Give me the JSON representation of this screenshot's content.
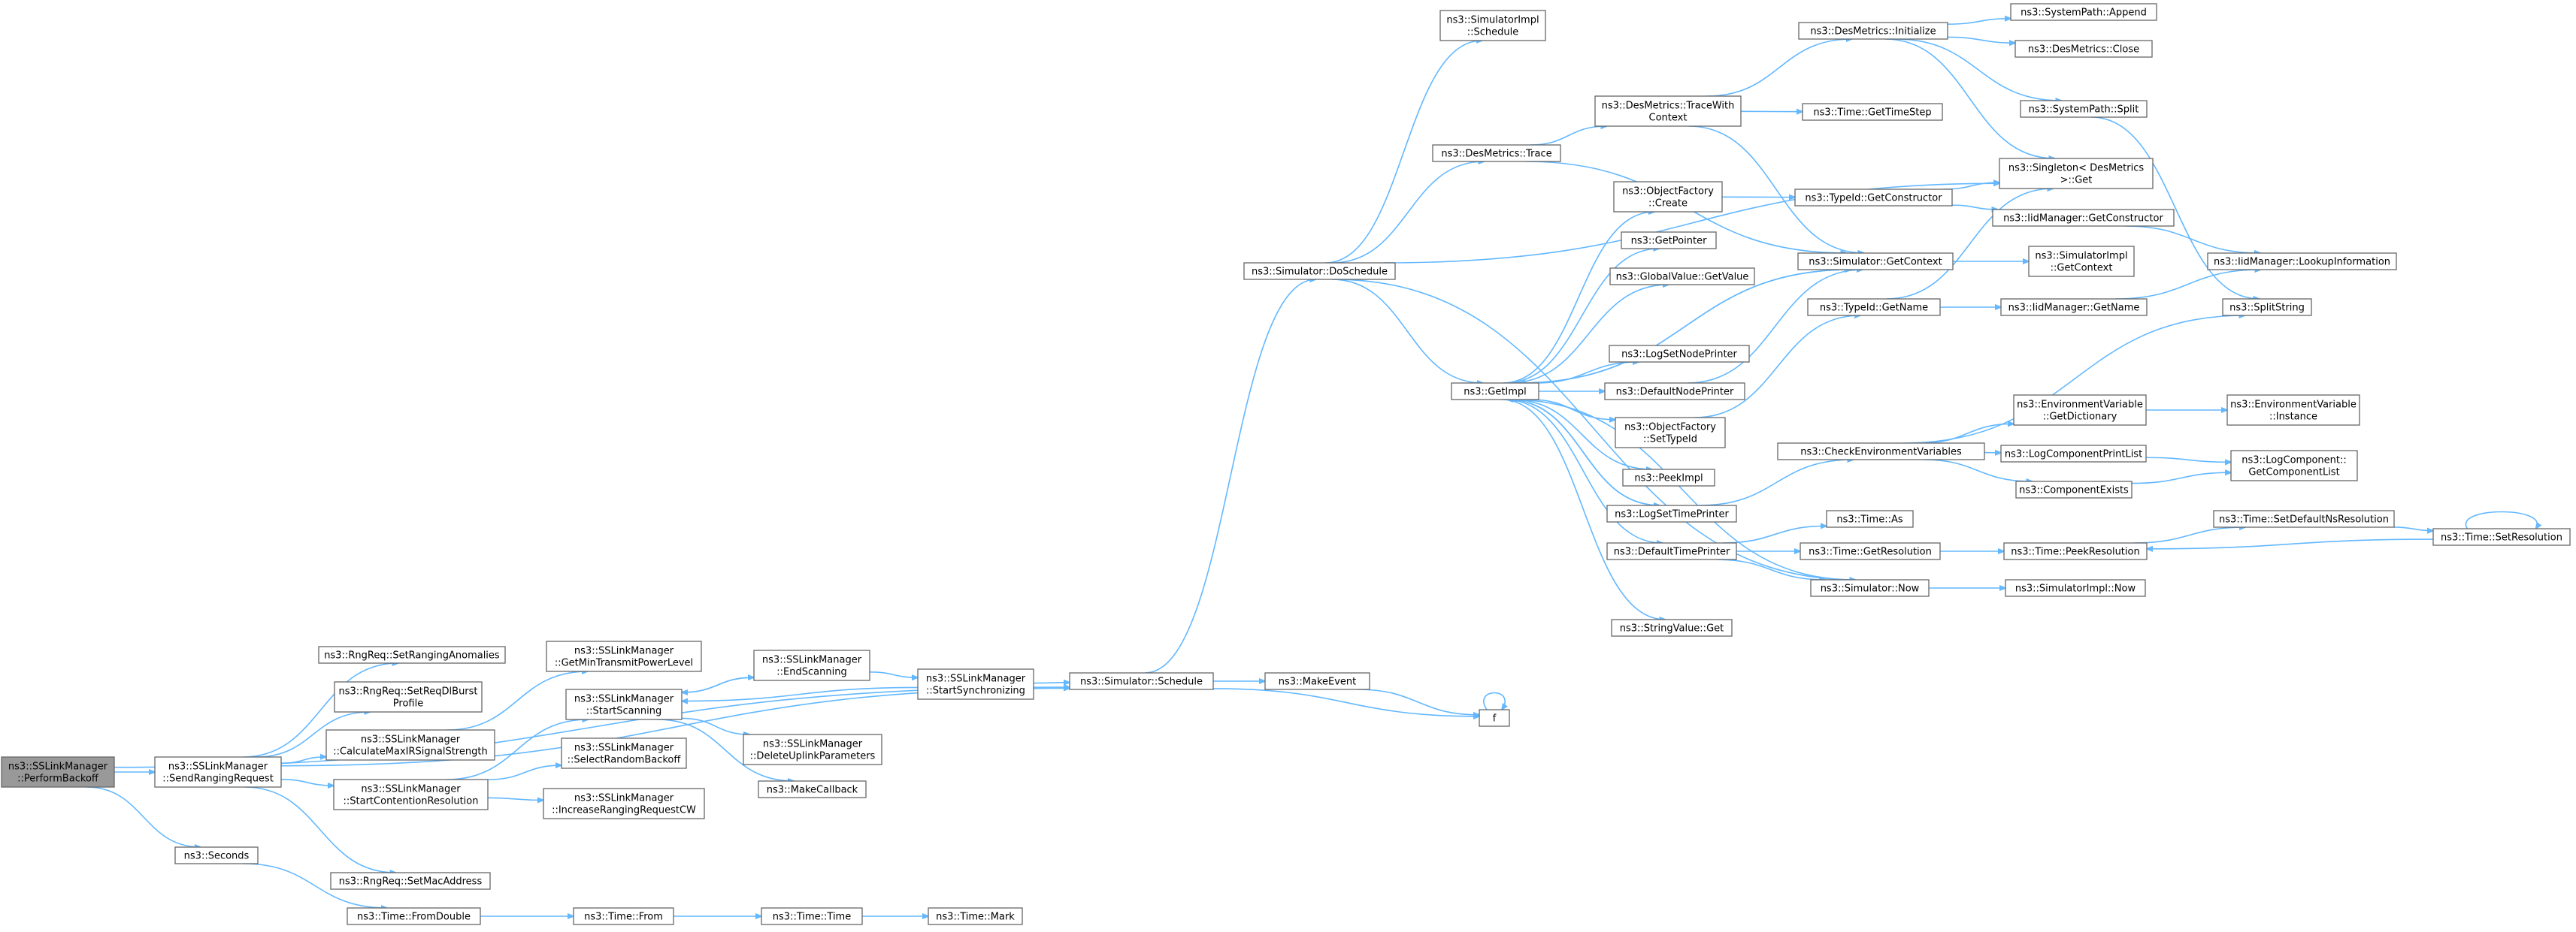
{
  "graph": {
    "nodes": [
      {
        "id": "root",
        "lines": [
          "ns3::SSLinkManager",
          "::PerformBackoff"
        ],
        "root": true
      },
      {
        "id": "sendRanging",
        "lines": [
          "ns3::SSLinkManager",
          "::SendRangingRequest"
        ]
      },
      {
        "id": "seconds",
        "lines": [
          "ns3::Seconds"
        ]
      },
      {
        "id": "setRangAnom",
        "lines": [
          "ns3::RngReq::SetRangingAnomalies"
        ]
      },
      {
        "id": "setReqDl",
        "lines": [
          "ns3::RngReq::SetReqDlBurst",
          "Profile"
        ]
      },
      {
        "id": "calcMax",
        "lines": [
          "ns3::SSLinkManager",
          "::CalculateMaxIRSignalStrength"
        ]
      },
      {
        "id": "startCont",
        "lines": [
          "ns3::SSLinkManager",
          "::StartContentionResolution"
        ]
      },
      {
        "id": "setMac",
        "lines": [
          "ns3::RngReq::SetMacAddress"
        ]
      },
      {
        "id": "fromDouble",
        "lines": [
          "ns3::Time::FromDouble"
        ]
      },
      {
        "id": "getMinTx",
        "lines": [
          "ns3::SSLinkManager",
          "::GetMinTransmitPowerLevel"
        ]
      },
      {
        "id": "startScan",
        "lines": [
          "ns3::SSLinkManager",
          "::StartScanning"
        ]
      },
      {
        "id": "selRand",
        "lines": [
          "ns3::SSLinkManager",
          "::SelectRandomBackoff"
        ]
      },
      {
        "id": "incRang",
        "lines": [
          "ns3::SSLinkManager",
          "::IncreaseRangingRequestCW"
        ]
      },
      {
        "id": "endScan",
        "lines": [
          "ns3::SSLinkManager",
          "::EndScanning"
        ]
      },
      {
        "id": "delUp",
        "lines": [
          "ns3::SSLinkManager",
          "::DeleteUplinkParameters"
        ]
      },
      {
        "id": "makeCb",
        "lines": [
          "ns3::MakeCallback"
        ]
      },
      {
        "id": "startSync",
        "lines": [
          "ns3::SSLinkManager",
          "::StartSynchronizing"
        ]
      },
      {
        "id": "timeFrom",
        "lines": [
          "ns3::Time::From"
        ]
      },
      {
        "id": "timeTime",
        "lines": [
          "ns3::Time::Time"
        ]
      },
      {
        "id": "timeMark",
        "lines": [
          "ns3::Time::Mark"
        ]
      },
      {
        "id": "simSched",
        "lines": [
          "ns3::Simulator::Schedule"
        ]
      },
      {
        "id": "doSched",
        "lines": [
          "ns3::Simulator::DoSchedule"
        ]
      },
      {
        "id": "makeEvent",
        "lines": [
          "ns3::MakeEvent"
        ]
      },
      {
        "id": "f",
        "lines": [
          "f"
        ]
      },
      {
        "id": "simImplSched",
        "lines": [
          "ns3::SimulatorImpl",
          "::Schedule"
        ]
      },
      {
        "id": "desTrace",
        "lines": [
          "ns3::DesMetrics::Trace"
        ]
      },
      {
        "id": "getImpl",
        "lines": [
          "ns3::GetImpl"
        ]
      },
      {
        "id": "traceWith",
        "lines": [
          "ns3::DesMetrics::TraceWith",
          "Context"
        ]
      },
      {
        "id": "desInit",
        "lines": [
          "ns3::DesMetrics::Initialize"
        ]
      },
      {
        "id": "sysAppend",
        "lines": [
          "ns3::SystemPath::Append"
        ]
      },
      {
        "id": "desClose",
        "lines": [
          "ns3::DesMetrics::Close"
        ]
      },
      {
        "id": "sysSplit",
        "lines": [
          "ns3::SystemPath::Split"
        ]
      },
      {
        "id": "getTimeStep",
        "lines": [
          "ns3::Time::GetTimeStep"
        ]
      },
      {
        "id": "singleton",
        "lines": [
          "ns3::Singleton< DesMetrics",
          " >::Get"
        ]
      },
      {
        "id": "objCreate",
        "lines": [
          "ns3::ObjectFactory",
          "::Create"
        ]
      },
      {
        "id": "getCtor",
        "lines": [
          "ns3::TypeId::GetConstructor"
        ]
      },
      {
        "id": "iidGetCtor",
        "lines": [
          "ns3::IidManager::GetConstructor"
        ]
      },
      {
        "id": "getPointer",
        "lines": [
          "ns3::GetPointer"
        ]
      },
      {
        "id": "simGetCtx",
        "lines": [
          "ns3::Simulator::GetContext"
        ]
      },
      {
        "id": "simImplGetCtx",
        "lines": [
          "ns3::SimulatorImpl",
          "::GetContext"
        ]
      },
      {
        "id": "lookupInfo",
        "lines": [
          "ns3::IidManager::LookupInformation"
        ]
      },
      {
        "id": "globalVal",
        "lines": [
          "ns3::GlobalValue::GetValue"
        ]
      },
      {
        "id": "typeIdName",
        "lines": [
          "ns3::TypeId::GetName"
        ]
      },
      {
        "id": "iidGetName",
        "lines": [
          "ns3::IidManager::GetName"
        ]
      },
      {
        "id": "splitStr",
        "lines": [
          "ns3::SplitString"
        ]
      },
      {
        "id": "logSetNode",
        "lines": [
          "ns3::LogSetNodePrinter"
        ]
      },
      {
        "id": "defNodePr",
        "lines": [
          "ns3::DefaultNodePrinter"
        ]
      },
      {
        "id": "envDict",
        "lines": [
          "ns3::EnvironmentVariable",
          "::GetDictionary"
        ]
      },
      {
        "id": "envInst",
        "lines": [
          "ns3::EnvironmentVariable",
          "::Instance"
        ]
      },
      {
        "id": "objSetType",
        "lines": [
          "ns3::ObjectFactory",
          "::SetTypeId"
        ]
      },
      {
        "id": "checkEnv",
        "lines": [
          "ns3::CheckEnvironmentVariables"
        ]
      },
      {
        "id": "logCompPrint",
        "lines": [
          "ns3::LogComponentPrintList"
        ]
      },
      {
        "id": "logCompList",
        "lines": [
          "ns3::LogComponent::",
          "GetComponentList"
        ]
      },
      {
        "id": "peekImpl",
        "lines": [
          "ns3::PeekImpl"
        ]
      },
      {
        "id": "compExists",
        "lines": [
          "ns3::ComponentExists"
        ]
      },
      {
        "id": "logSetTime",
        "lines": [
          "ns3::LogSetTimePrinter"
        ]
      },
      {
        "id": "timeAs",
        "lines": [
          "ns3::Time::As"
        ]
      },
      {
        "id": "setDefNs",
        "lines": [
          "ns3::Time::SetDefaultNsResolution"
        ]
      },
      {
        "id": "defTimePr",
        "lines": [
          "ns3::DefaultTimePrinter"
        ]
      },
      {
        "id": "getRes",
        "lines": [
          "ns3::Time::GetResolution"
        ]
      },
      {
        "id": "peekRes",
        "lines": [
          "ns3::Time::PeekResolution"
        ]
      },
      {
        "id": "setRes",
        "lines": [
          "ns3::Time::SetResolution"
        ]
      },
      {
        "id": "simNow",
        "lines": [
          "ns3::Simulator::Now"
        ]
      },
      {
        "id": "simImplNow",
        "lines": [
          "ns3::SimulatorImpl::Now"
        ]
      },
      {
        "id": "strValGet",
        "lines": [
          "ns3::StringValue::Get"
        ]
      }
    ],
    "edges": [
      [
        "root",
        "sendRanging"
      ],
      [
        "root",
        "seconds"
      ],
      [
        "root",
        "simSched"
      ],
      [
        "sendRanging",
        "setRangAnom"
      ],
      [
        "sendRanging",
        "setReqDl"
      ],
      [
        "sendRanging",
        "calcMax"
      ],
      [
        "sendRanging",
        "startCont"
      ],
      [
        "sendRanging",
        "setMac"
      ],
      [
        "sendRanging",
        "simSched"
      ],
      [
        "seconds",
        "fromDouble"
      ],
      [
        "calcMax",
        "getMinTx"
      ],
      [
        "startCont",
        "startScan"
      ],
      [
        "startCont",
        "selRand"
      ],
      [
        "startCont",
        "incRang"
      ],
      [
        "startScan",
        "endScan"
      ],
      [
        "startScan",
        "delUp"
      ],
      [
        "startScan",
        "makeCb"
      ],
      [
        "endScan",
        "startScan"
      ],
      [
        "endScan",
        "startSync"
      ],
      [
        "startSync",
        "startScan"
      ],
      [
        "startSync",
        "simSched"
      ],
      [
        "fromDouble",
        "timeFrom"
      ],
      [
        "timeFrom",
        "timeTime"
      ],
      [
        "timeTime",
        "timeMark"
      ],
      [
        "simSched",
        "doSched"
      ],
      [
        "simSched",
        "makeEvent"
      ],
      [
        "simSched",
        "f"
      ],
      [
        "makeEvent",
        "f"
      ],
      [
        "f",
        "f"
      ],
      [
        "doSched",
        "simImplSched"
      ],
      [
        "doSched",
        "desTrace"
      ],
      [
        "doSched",
        "getImpl"
      ],
      [
        "doSched",
        "singleton"
      ],
      [
        "doSched",
        "simNow"
      ],
      [
        "desTrace",
        "traceWith"
      ],
      [
        "desTrace",
        "simGetCtx"
      ],
      [
        "traceWith",
        "desInit"
      ],
      [
        "traceWith",
        "getTimeStep"
      ],
      [
        "traceWith",
        "simGetCtx"
      ],
      [
        "desInit",
        "sysAppend"
      ],
      [
        "desInit",
        "desClose"
      ],
      [
        "desInit",
        "sysSplit"
      ],
      [
        "desInit",
        "singleton"
      ],
      [
        "sysSplit",
        "splitStr"
      ],
      [
        "getImpl",
        "objCreate"
      ],
      [
        "getImpl",
        "getPointer"
      ],
      [
        "getImpl",
        "globalVal"
      ],
      [
        "getImpl",
        "logSetNode"
      ],
      [
        "getImpl",
        "defNodePr"
      ],
      [
        "getImpl",
        "objSetType"
      ],
      [
        "getImpl",
        "peekImpl"
      ],
      [
        "getImpl",
        "logSetTime"
      ],
      [
        "getImpl",
        "defTimePr"
      ],
      [
        "getImpl",
        "strValGet"
      ],
      [
        "getImpl",
        "simGetCtx"
      ],
      [
        "objCreate",
        "getCtor"
      ],
      [
        "getCtor",
        "singleton"
      ],
      [
        "getCtor",
        "iidGetCtor"
      ],
      [
        "iidGetCtor",
        "lookupInfo"
      ],
      [
        "simGetCtx",
        "simImplGetCtx"
      ],
      [
        "simGetCtx",
        "getImpl"
      ],
      [
        "defNodePr",
        "simGetCtx"
      ],
      [
        "objSetType",
        "typeIdName"
      ],
      [
        "typeIdName",
        "iidGetName"
      ],
      [
        "typeIdName",
        "singleton"
      ],
      [
        "iidGetName",
        "lookupInfo"
      ],
      [
        "logSetTime",
        "checkEnv"
      ],
      [
        "logSetTime",
        "getImpl"
      ],
      [
        "checkEnv",
        "envDict"
      ],
      [
        "checkEnv",
        "logCompPrint"
      ],
      [
        "checkEnv",
        "compExists"
      ],
      [
        "checkEnv",
        "splitStr"
      ],
      [
        "envDict",
        "envInst"
      ],
      [
        "logCompPrint",
        "logCompList"
      ],
      [
        "compExists",
        "logCompList"
      ],
      [
        "defTimePr",
        "timeAs"
      ],
      [
        "defTimePr",
        "getRes"
      ],
      [
        "defTimePr",
        "simNow"
      ],
      [
        "getRes",
        "peekRes"
      ],
      [
        "peekRes",
        "setDefNs"
      ],
      [
        "setDefNs",
        "setRes"
      ],
      [
        "setRes",
        "peekRes"
      ],
      [
        "setRes",
        "setRes"
      ],
      [
        "simNow",
        "simImplNow"
      ],
      [
        "simNow",
        "getImpl"
      ]
    ]
  }
}
